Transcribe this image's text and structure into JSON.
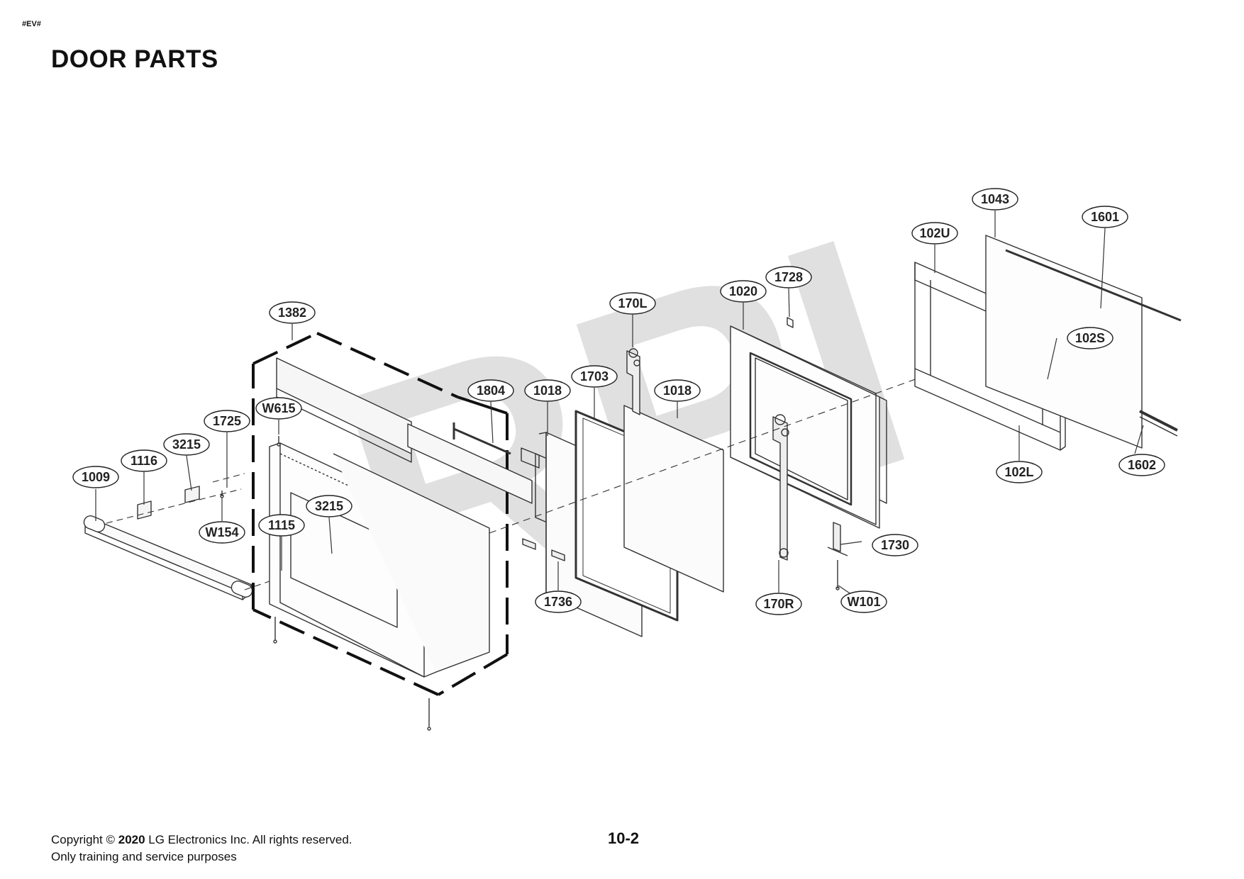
{
  "header": {
    "code": "#EV#",
    "title": "DOOR PARTS"
  },
  "watermark": "RPI",
  "callouts": [
    {
      "id": "1382",
      "label": "1382"
    },
    {
      "id": "w615",
      "label": "W615"
    },
    {
      "id": "1725",
      "label": "1725"
    },
    {
      "id": "3215a",
      "label": "3215"
    },
    {
      "id": "1116",
      "label": "1116"
    },
    {
      "id": "1009",
      "label": "1009"
    },
    {
      "id": "w154",
      "label": "W154"
    },
    {
      "id": "1115",
      "label": "1115"
    },
    {
      "id": "3215b",
      "label": "3215"
    },
    {
      "id": "1804",
      "label": "1804"
    },
    {
      "id": "1018a",
      "label": "1018"
    },
    {
      "id": "1703",
      "label": "1703"
    },
    {
      "id": "1018b",
      "label": "1018"
    },
    {
      "id": "170l",
      "label": "170L"
    },
    {
      "id": "1020",
      "label": "1020"
    },
    {
      "id": "1728",
      "label": "1728"
    },
    {
      "id": "1736",
      "label": "1736"
    },
    {
      "id": "170r",
      "label": "170R"
    },
    {
      "id": "1730",
      "label": "1730"
    },
    {
      "id": "w101",
      "label": "W101"
    },
    {
      "id": "102u",
      "label": "102U"
    },
    {
      "id": "1043",
      "label": "1043"
    },
    {
      "id": "1601",
      "label": "1601"
    },
    {
      "id": "102s",
      "label": "102S"
    },
    {
      "id": "102l",
      "label": "102L"
    },
    {
      "id": "1602",
      "label": "1602"
    }
  ],
  "footer": {
    "copyright_prefix": "Copyright © ",
    "copyright_year": "2020",
    "copyright_suffix": " LG Electronics Inc. All rights reserved.",
    "note": "Only training and service purposes",
    "page_number": "10-2"
  }
}
